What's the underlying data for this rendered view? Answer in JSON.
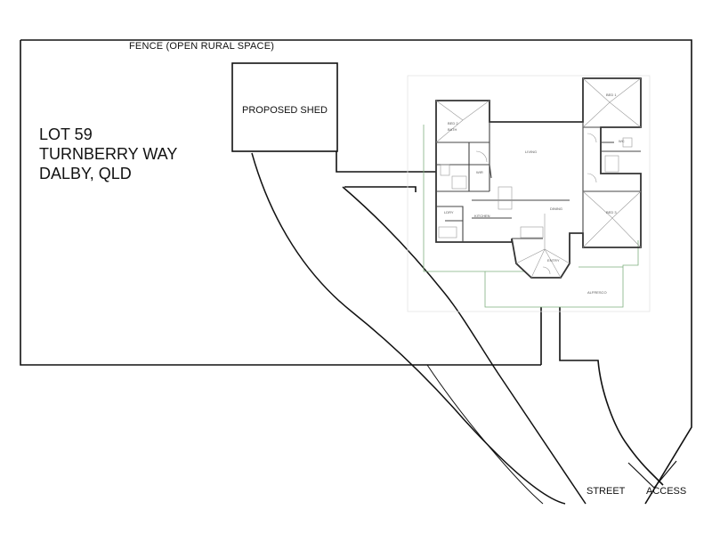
{
  "site": {
    "fence_label": "FENCE (OPEN RURAL SPACE)",
    "lot_lines": [
      "LOT 59",
      "TURNBERRY WAY",
      "DALBY, QLD"
    ],
    "shed_label": "PROPOSED SHED",
    "street_label": "STREET",
    "access_label": "ACCESS"
  },
  "house_rooms": {
    "bed2": "BED 2",
    "bath": "BATH",
    "living": "LIVING",
    "bed1": "BED 1",
    "wc": "WC",
    "bed3": "BED 3",
    "laundry": "LDRY",
    "wir": "WIR",
    "kitchen": "KITCHEN",
    "dining": "DINING",
    "entry": "ENTRY",
    "alfresco": "ALFRESCO"
  },
  "colors": {
    "line": "#111111",
    "house_outline": "#333333",
    "slab_outline": "#7fb07f",
    "detail": "#888888"
  }
}
